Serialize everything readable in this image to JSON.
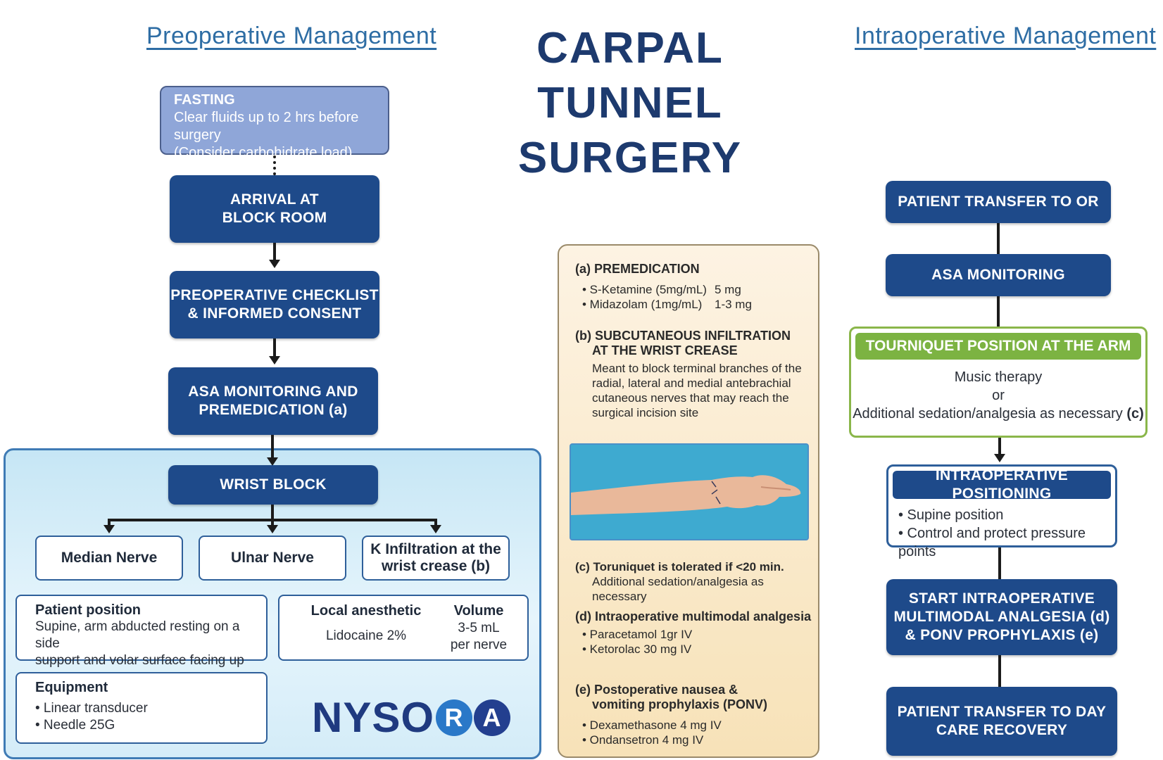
{
  "title": {
    "line1": "CARPAL TUNNEL",
    "line2": "SURGERY"
  },
  "preop": {
    "heading": "Preoperative Management",
    "fasting": {
      "title": "FASTING",
      "line1": "Clear fluids up to 2 hrs before surgery",
      "line2": "(Consider carbohidrate load)"
    },
    "arrival": {
      "line1": "ARRIVAL AT",
      "line2": "BLOCK ROOM"
    },
    "checklist": {
      "line1": "PREOPERATIVE CHECKLIST",
      "line2": "& INFORMED CONSENT"
    },
    "asa": {
      "line1": "ASA MONITORING AND",
      "line2": "PREMEDICATION (a)"
    },
    "wrist_block": "WRIST BLOCK",
    "nerves": {
      "median": "Median Nerve",
      "ulnar": "Ulnar Nerve",
      "infiltration_line1": "K  Infiltration at the",
      "infiltration_line2": "wrist crease (b)"
    },
    "patient_position": {
      "title": "Patient position",
      "line1": "Supine, arm abducted resting on a side",
      "line2": "support and volar surface facing up"
    },
    "local_anesthetic": {
      "title": "Local anesthetic",
      "value": "Lidocaine 2%"
    },
    "volume": {
      "title": "Volume",
      "value": "3-5 mL",
      "unit": "per nerve"
    },
    "equipment": {
      "title": "Equipment",
      "items": [
        "• Linear transducer",
        "• Needle 25G"
      ]
    },
    "logo": {
      "prefix": "NYSO",
      "r": "R",
      "a": "A"
    }
  },
  "middle": {
    "a_title": "(a) PREMEDICATION",
    "a_items": [
      {
        "name": "• S-Ketamine (5mg/mL)",
        "dose": "5 mg"
      },
      {
        "name": "• Midazolam (1mg/mL)",
        "dose": "1-3 mg"
      }
    ],
    "b_title1": "(b) SUBCUTANEOUS INFILTRATION",
    "b_title2": "AT THE WRIST CREASE",
    "b_text": [
      "Meant to block terminal branches of the",
      "radial, lateral and medial antebrachial",
      "cutaneous nerves that may reach the",
      "surgical incision site"
    ],
    "c_line1": "(c) Toruniquet is tolerated  if <20 min.",
    "c_line2": "Additional sedation/analgesia as necessary",
    "d_title": "(d) Intraoperative multimodal analgesia",
    "d_items": [
      "• Paracetamol 1gr IV",
      "• Ketorolac 30 mg IV"
    ],
    "e_title1": "(e) Postoperative nausea &",
    "e_title2": "vomiting prophylaxis (PONV)",
    "e_items": [
      "• Dexamethasone 4 mg IV",
      "• Ondansetron 4 mg IV"
    ]
  },
  "intraop": {
    "heading": "Intraoperative Management",
    "transfer_or": "PATIENT TRANSFER TO OR",
    "asa": "ASA MONITORING",
    "tourniquet": {
      "title": "TOURNIQUET POSITION AT THE ARM OR FOREARM",
      "line1": "Music therapy",
      "line2": "or",
      "line3": "Additional sedation/analgesia as necessary",
      "line3_ref": "(c)"
    },
    "positioning": {
      "title": "INTRAOPERATIVE POSITIONING",
      "items": [
        "• Supine position",
        "• Control and protect pressure points"
      ]
    },
    "analgesia": {
      "line1": "START INTRAOPERATIVE",
      "line2": "MULTIMODAL ANALGESIA (d)",
      "line3": "& PONV PROPHYLAXIS (e)"
    },
    "recovery": {
      "line1": "PATIENT TRANSFER TO DAY",
      "line2": "CARE RECOVERY"
    }
  },
  "colors": {
    "navy": "#1e4a8a",
    "green": "#7cb342",
    "heading_blue": "#2e6da4",
    "logo_r": "#2a78c8",
    "logo_a": "#233f8f"
  }
}
